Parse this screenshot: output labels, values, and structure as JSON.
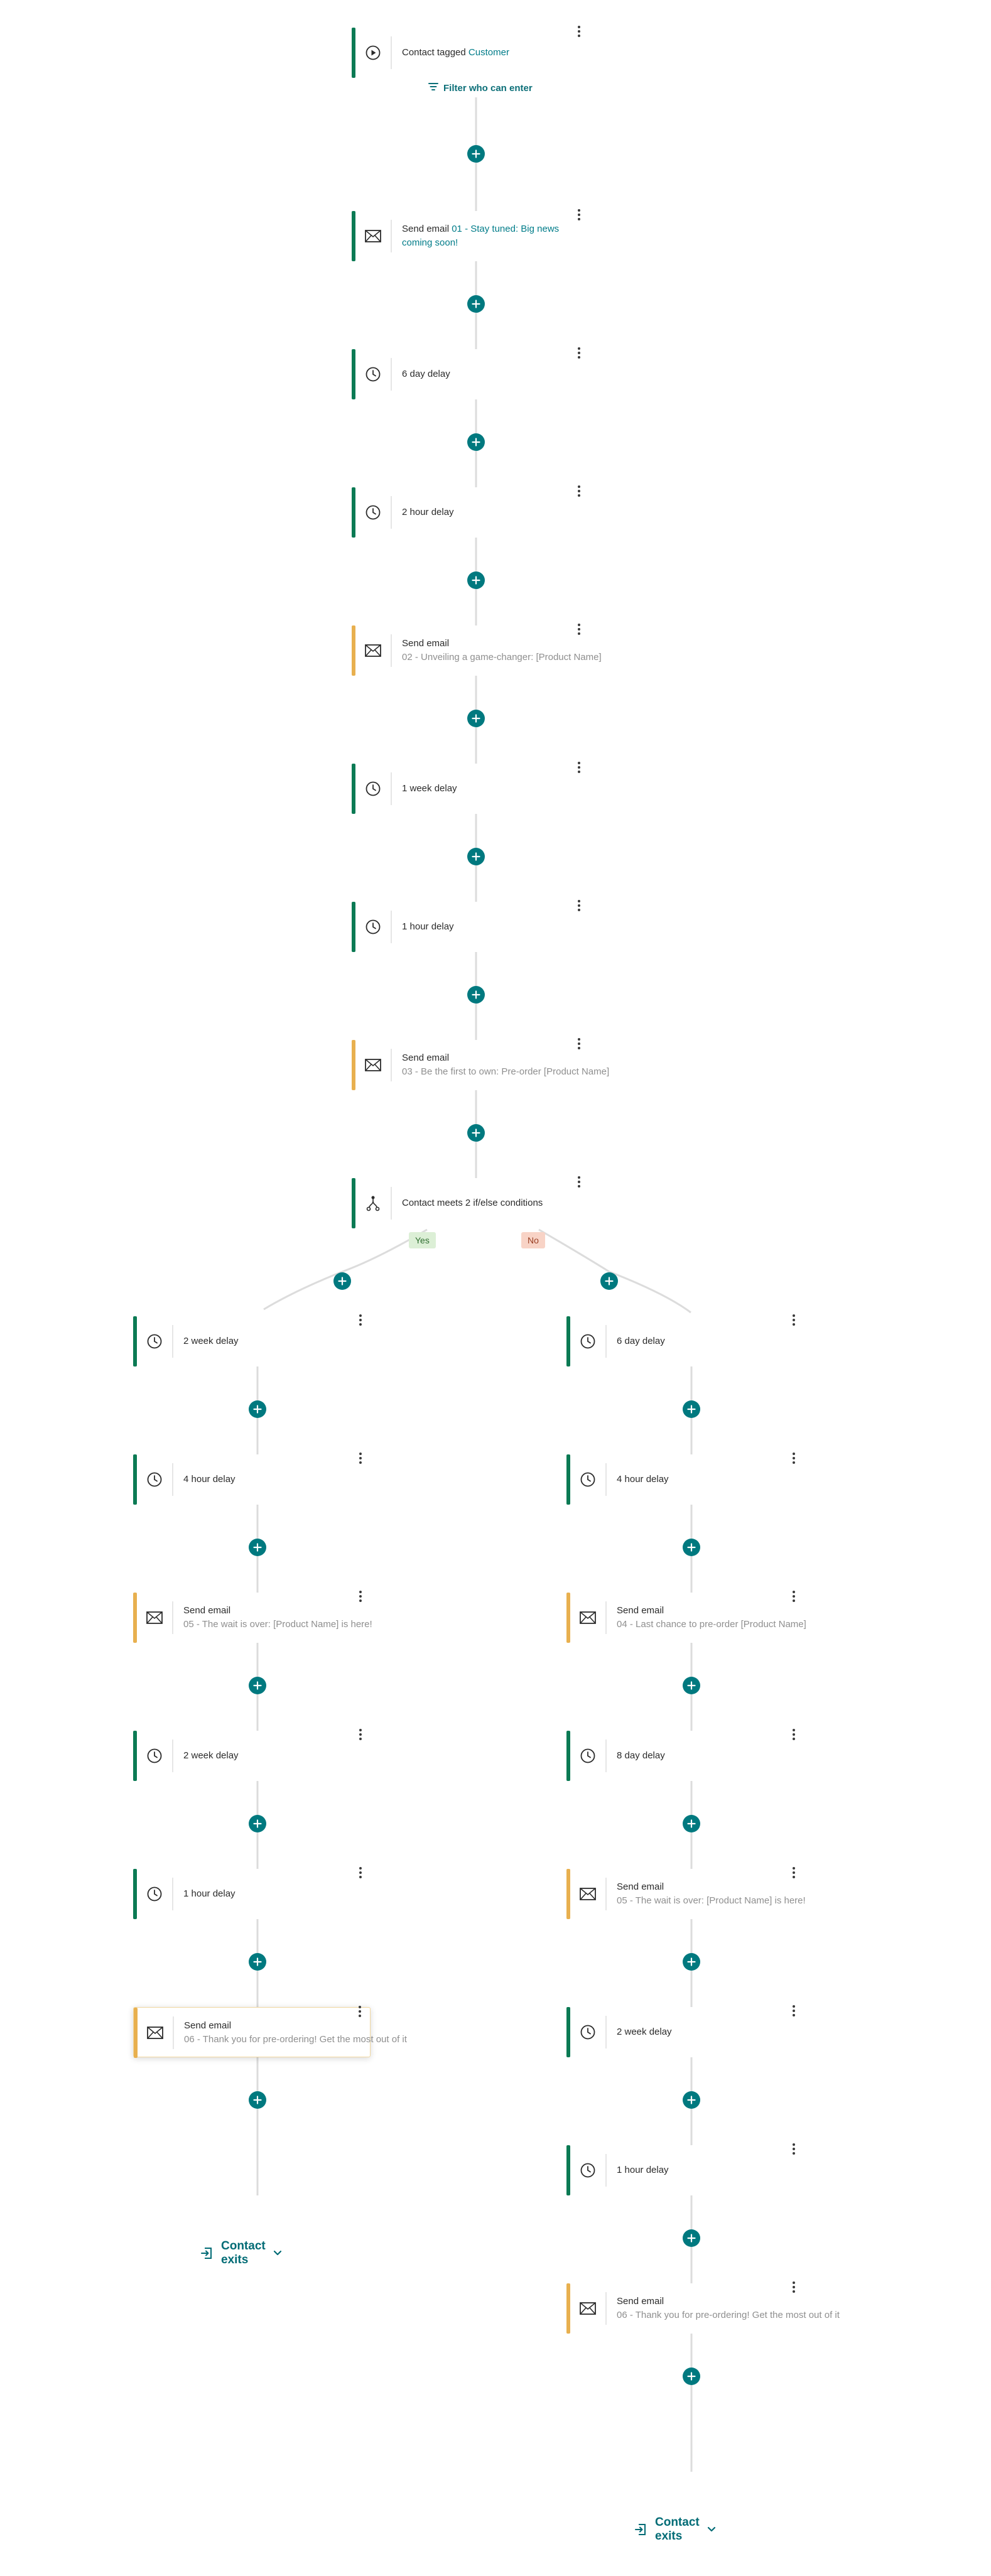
{
  "colors": {
    "connector": "#dcdcdc",
    "accent_teal": "#00797f",
    "bar_green": "#0b7a54",
    "bar_orange": "#e8b04f",
    "yes_bg": "#dcefd6",
    "no_bg": "#f8d3c6"
  },
  "trigger": {
    "label": "Contact tagged",
    "tag": "Customer",
    "filter_label": "Filter who can enter",
    "icon": "play-circle-icon"
  },
  "main_steps": [
    {
      "type": "email",
      "icon": "envelope-icon",
      "bar": "green",
      "title": "Send email",
      "link": "01 - Stay tuned: Big news coming soon!"
    },
    {
      "type": "delay",
      "icon": "clock-icon",
      "bar": "green",
      "title": "6 day delay"
    },
    {
      "type": "delay",
      "icon": "clock-icon",
      "bar": "green",
      "title": "2 hour delay"
    },
    {
      "type": "email",
      "icon": "envelope-icon",
      "bar": "orange",
      "title": "Send email",
      "subtitle": "02 - Unveiling a game-changer: [Product Name]"
    },
    {
      "type": "delay",
      "icon": "clock-icon",
      "bar": "green",
      "title": "1 week delay"
    },
    {
      "type": "delay",
      "icon": "clock-icon",
      "bar": "green",
      "title": "1 hour delay"
    },
    {
      "type": "email",
      "icon": "envelope-icon",
      "bar": "orange",
      "title": "Send email",
      "subtitle": "03 - Be the first to own: Pre-order [Product Name]"
    },
    {
      "type": "condition",
      "icon": "branch-icon",
      "bar": "green",
      "title": "Contact meets 2 if/else conditions"
    }
  ],
  "branches": {
    "yes_label": "Yes",
    "no_label": "No",
    "yes_steps": [
      {
        "type": "delay",
        "icon": "clock-icon",
        "bar": "green",
        "title": "2 week delay"
      },
      {
        "type": "delay",
        "icon": "clock-icon",
        "bar": "green",
        "title": "4 hour delay"
      },
      {
        "type": "email",
        "icon": "envelope-icon",
        "bar": "orange",
        "title": "Send email",
        "subtitle": "05 - The wait is over: [Product Name] is here!"
      },
      {
        "type": "delay",
        "icon": "clock-icon",
        "bar": "green",
        "title": "2 week delay"
      },
      {
        "type": "delay",
        "icon": "clock-icon",
        "bar": "green",
        "title": "1 hour delay"
      },
      {
        "type": "email",
        "icon": "envelope-icon",
        "bar": "orange",
        "title": "Send email",
        "subtitle": "06 - Thank you for pre-ordering! Get the most out of it",
        "selected": true
      }
    ],
    "no_steps": [
      {
        "type": "delay",
        "icon": "clock-icon",
        "bar": "green",
        "title": "6 day delay"
      },
      {
        "type": "delay",
        "icon": "clock-icon",
        "bar": "green",
        "title": "4 hour delay"
      },
      {
        "type": "email",
        "icon": "envelope-icon",
        "bar": "orange",
        "title": "Send email",
        "subtitle": "04 - Last chance to pre-order [Product Name]"
      },
      {
        "type": "delay",
        "icon": "clock-icon",
        "bar": "green",
        "title": "8 day delay"
      },
      {
        "type": "email",
        "icon": "envelope-icon",
        "bar": "orange",
        "title": "Send email",
        "subtitle": "05 - The wait is over: [Product Name] is here!"
      },
      {
        "type": "delay",
        "icon": "clock-icon",
        "bar": "green",
        "title": "2 week delay"
      },
      {
        "type": "delay",
        "icon": "clock-icon",
        "bar": "green",
        "title": "1 hour delay"
      },
      {
        "type": "email",
        "icon": "envelope-icon",
        "bar": "orange",
        "title": "Send email",
        "subtitle": "06 - Thank you for pre-ordering! Get the most out of it"
      }
    ]
  },
  "exit_label": "Contact exits"
}
